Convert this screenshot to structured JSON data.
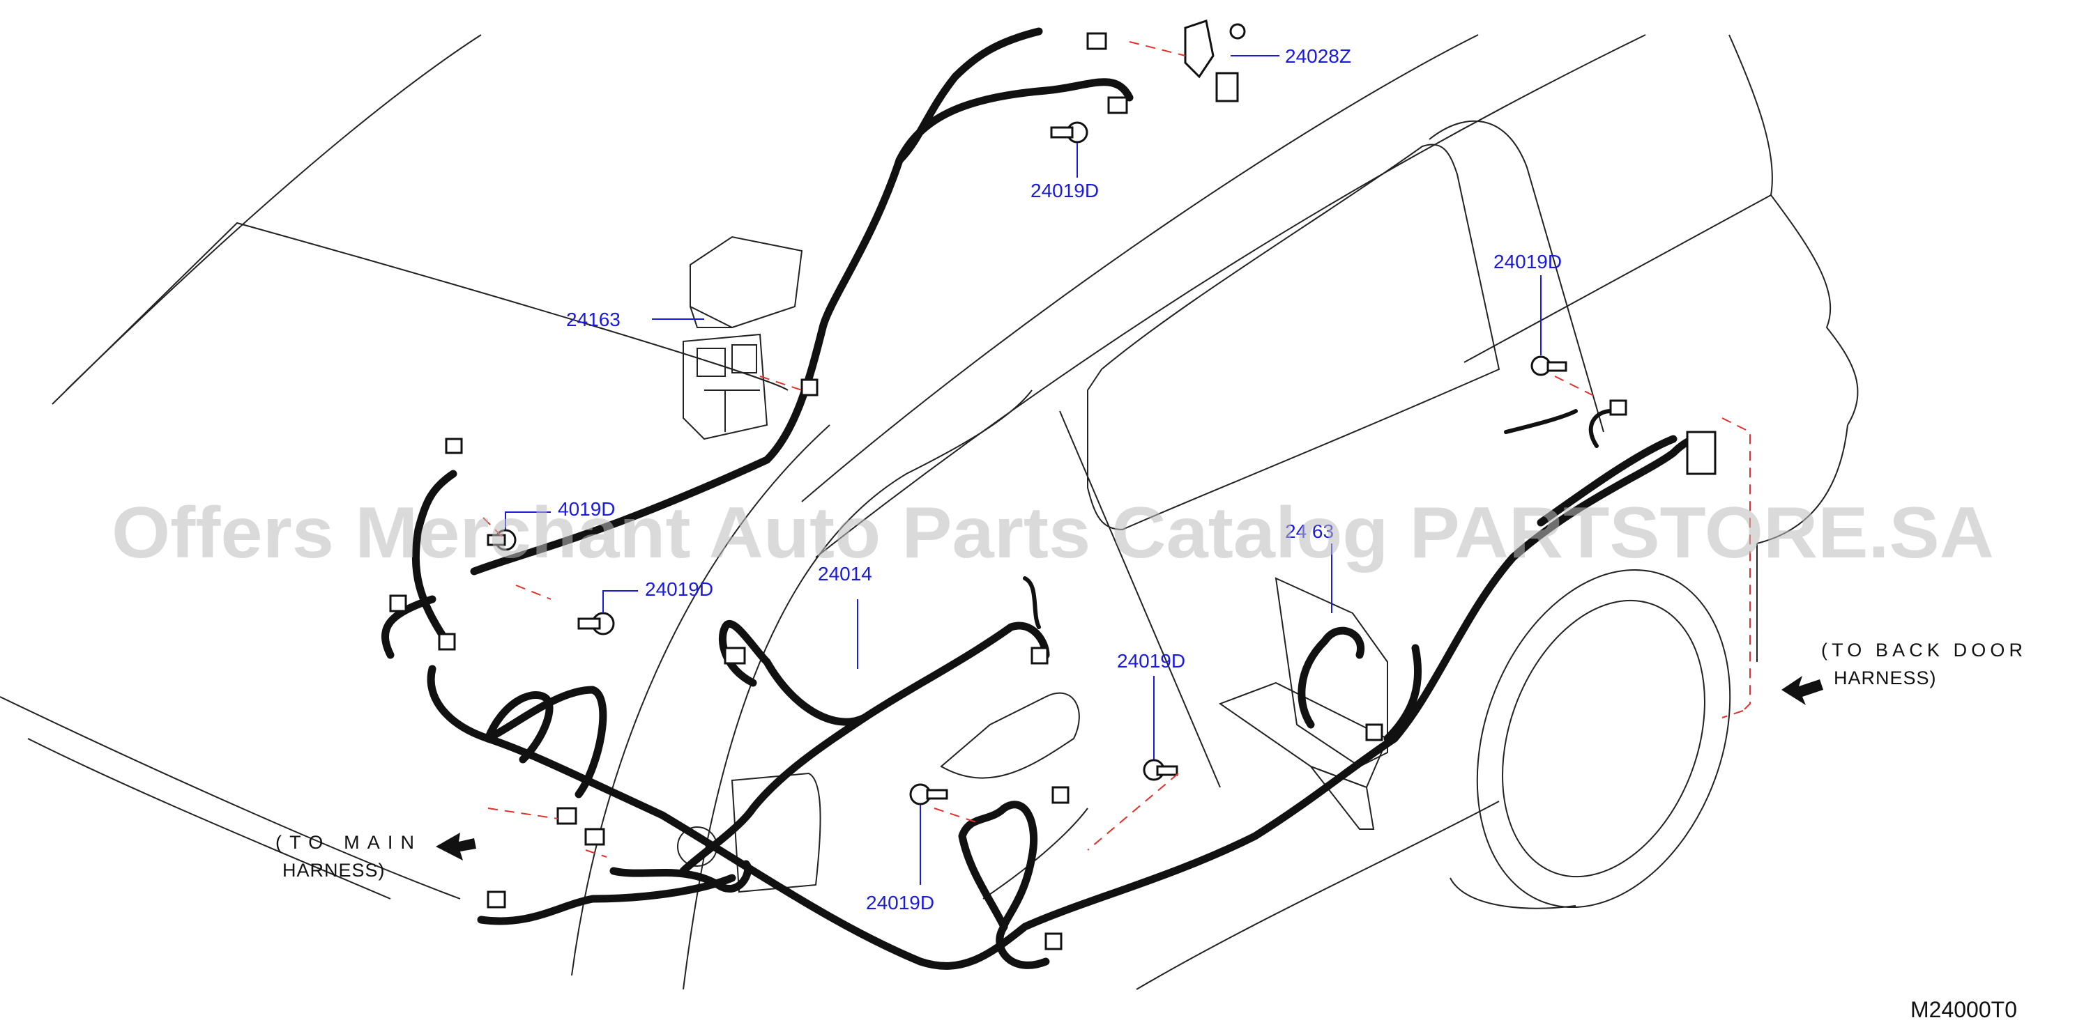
{
  "diagram": {
    "parts": [
      {
        "id": "p-24028z",
        "label": "24028Z"
      },
      {
        "id": "p-24019d-top",
        "label": "24019D"
      },
      {
        "id": "p-24163-upper",
        "label": "24163"
      },
      {
        "id": "p-24019d-rear",
        "label": "24019D"
      },
      {
        "id": "p-4019d",
        "label": "4019D"
      },
      {
        "id": "p-24019d-left",
        "label": "24019D"
      },
      {
        "id": "p-24014",
        "label": "24014"
      },
      {
        "id": "p-24163-lower",
        "label": "24 63"
      },
      {
        "id": "p-24019d-mid",
        "label": "24019D"
      },
      {
        "id": "p-24019d-bottom",
        "label": "24019D"
      }
    ],
    "notes": {
      "back_door_line1": "(TO BACK DOOR",
      "back_door_line2": "HARNESS)",
      "main_line1": "(TO MAIN",
      "main_line2": "HARNESS)"
    },
    "diagram_code": "M24000T0",
    "watermark": "Offers Merchant Auto Parts Catalog PARTSTORE.SA"
  },
  "colors": {
    "label_blue": "#1a1adb",
    "leader_red": "#e0302a",
    "harness_black": "#111111",
    "watermark_gray": "#bdbdbd"
  }
}
